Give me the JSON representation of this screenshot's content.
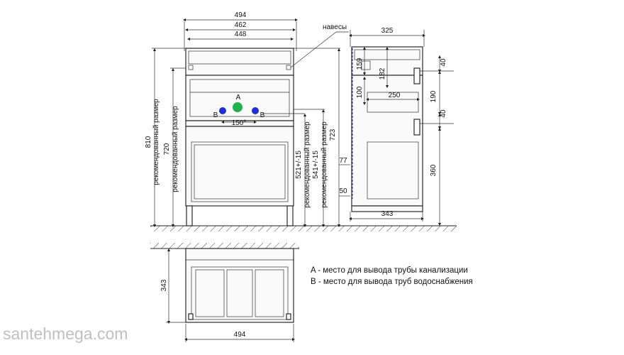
{
  "front": {
    "w_total": "494",
    "w_inner": "462",
    "w_top": "448",
    "h_total": "810",
    "h_rec": "720",
    "rec_label": "рекомендованный размер",
    "h_b1": "521+/-15",
    "h_b2": "541+/-15",
    "h_723": "723",
    "angle": "150°",
    "point_a": "A",
    "point_b": "B",
    "hinges": "навесы"
  },
  "side": {
    "depth": "325",
    "d159": "159",
    "d182": "182",
    "d100": "100",
    "d250": "250",
    "d40a": "40",
    "d190": "190",
    "d40b": "40",
    "d360": "360",
    "d77": "77",
    "d50": "50",
    "d343": "343"
  },
  "plan": {
    "d343": "343",
    "d494": "494"
  },
  "legend": {
    "a": "A - место для вывода трубы канализации",
    "b": "B - место для вывода труб водоснабжения"
  },
  "watermark": "santehmega.com",
  "colors": {
    "point_a": "#22b14c",
    "point_b": "#1f2fd0",
    "dash": "#2e3b8a"
  }
}
